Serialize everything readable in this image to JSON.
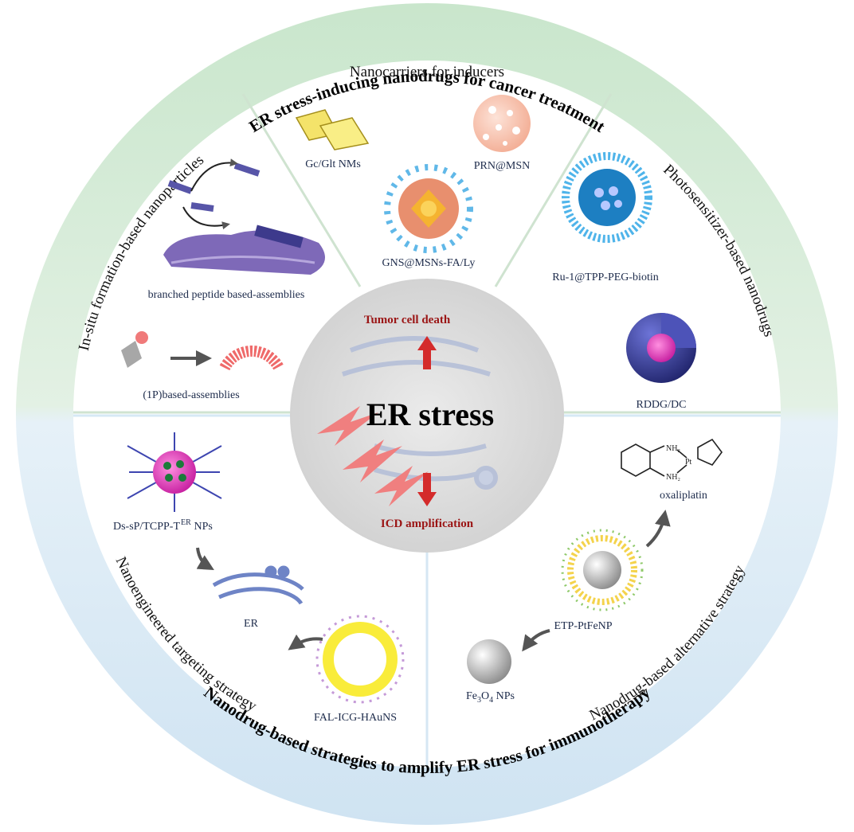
{
  "diagram": {
    "ring_top": "ER stress-inducing nanodrugs for cancer treatment",
    "ring_bottom": "Nanodrug-based strategies to amplify ER stress for immunotherapy",
    "center": {
      "title": "ER stress",
      "top_label": "Tumor cell death",
      "bottom_label": "ICD amplification"
    },
    "sectors": {
      "top": {
        "title": "Nanocarriers for inducers",
        "items": [
          "Gc/Glt NMs",
          "PRN@MSN",
          "GNS@MSNs-FA/Ly"
        ]
      },
      "left": {
        "title": "In-situ formation-based nanoparticles",
        "items": [
          "branched peptide based-assemblies",
          "(1P)based-assemblies"
        ]
      },
      "right": {
        "title": "Photosensitizer-based nanodrugs",
        "items": [
          "Ru-1@TPP-PEG-biotin",
          "RDDG/DC"
        ]
      },
      "bottom_left": {
        "title": "Nanoengineered targeting strategy",
        "items": [
          "Ds-sP/TCPP-T",
          "ER",
          " NPs",
          "ER",
          "FAL-ICG-HAuNS"
        ]
      },
      "bottom_right": {
        "title": "Nanodrug-based alternative strategy",
        "items": [
          "oxaliplatin",
          "ETP-PtFeNP",
          "Fe",
          "3",
          "O",
          "4",
          " NPs"
        ]
      }
    },
    "colors": {
      "upper_band": "#cfe8d3",
      "lower_band": "#d6e9f5",
      "center": "#dcdcdc",
      "accent_red": "#9b1515"
    }
  }
}
